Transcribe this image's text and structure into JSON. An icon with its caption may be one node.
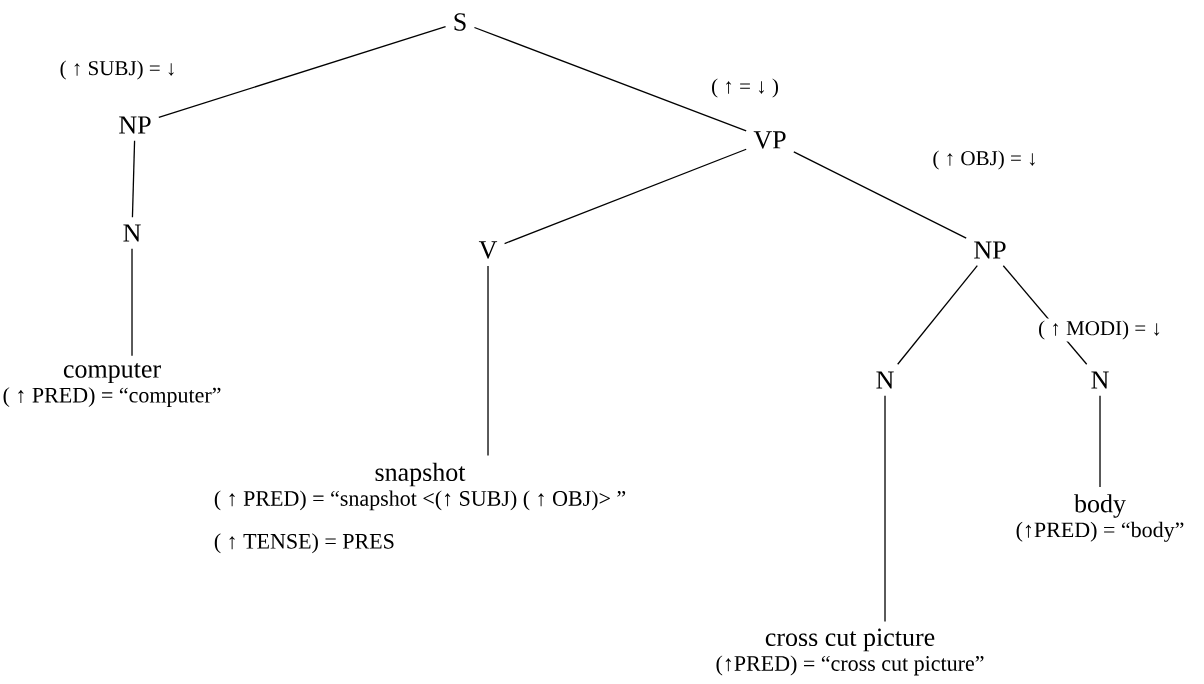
{
  "diagram": {
    "nodes": [
      {
        "text": [
          "S"
        ]
      },
      {
        "text": [
          "NP"
        ]
      },
      {
        "text": [
          "N"
        ]
      },
      {
        "text": [
          "computer",
          "( ↑ PRED) = “computer”"
        ]
      },
      {
        "text": [
          "VP"
        ]
      },
      {
        "text": [
          "V"
        ]
      },
      {
        "text": [
          "snapshot",
          "( ↑ PRED) = “snapshot <(↑ SUBJ) ( ↑ OBJ)> ”",
          "( ↑ TENSE) = PRES"
        ]
      },
      {
        "text": [
          "NP"
        ]
      },
      {
        "text": [
          "N"
        ]
      },
      {
        "text": [
          "N"
        ]
      },
      {
        "text": [
          "cross cut picture",
          "(↑PRED) = “cross cut picture”"
        ]
      },
      {
        "text": [
          "body",
          "(↑PRED) = “body”"
        ]
      }
    ],
    "edges": [
      {
        "from": 0,
        "to": 1,
        "arrow": "none",
        "label": "( ↑ SUBJ) = ↓"
      },
      {
        "from": 1,
        "to": 2,
        "arrow": "none"
      },
      {
        "from": 2,
        "to": 3,
        "arrow": "none"
      },
      {
        "from": 0,
        "to": 4,
        "arrow": "none",
        "label": "( ↑ = ↓ )"
      },
      {
        "from": 4,
        "to": 5,
        "arrow": "none"
      },
      {
        "from": 5,
        "to": 6,
        "arrow": "none"
      },
      {
        "from": 4,
        "to": 7,
        "arrow": "none",
        "label": "( ↑ OBJ) = ↓"
      },
      {
        "from": 7,
        "to": 8,
        "arrow": "none"
      },
      {
        "from": 7,
        "to": 9,
        "arrow": "none",
        "label": "( ↑ MODI) = ↓"
      },
      {
        "from": 8,
        "to": 10,
        "arrow": "none"
      },
      {
        "from": 9,
        "to": 11,
        "arrow": "none"
      }
    ]
  }
}
